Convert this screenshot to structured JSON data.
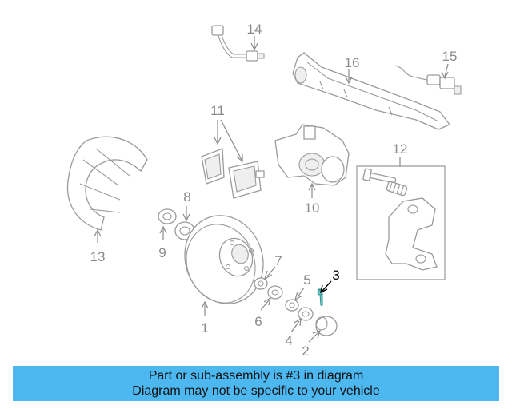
{
  "callouts": [
    {
      "id": "1",
      "label": "1"
    },
    {
      "id": "2",
      "label": "2"
    },
    {
      "id": "3",
      "label": "3"
    },
    {
      "id": "4",
      "label": "4"
    },
    {
      "id": "5",
      "label": "5"
    },
    {
      "id": "6",
      "label": "6"
    },
    {
      "id": "7",
      "label": "7"
    },
    {
      "id": "8",
      "label": "8"
    },
    {
      "id": "9",
      "label": "9"
    },
    {
      "id": "10",
      "label": "10"
    },
    {
      "id": "11",
      "label": "11"
    },
    {
      "id": "12",
      "label": "12"
    },
    {
      "id": "13",
      "label": "13"
    },
    {
      "id": "14",
      "label": "14"
    },
    {
      "id": "15",
      "label": "15"
    },
    {
      "id": "16",
      "label": "16"
    }
  ],
  "highlighted_part": "3",
  "colors": {
    "banner_bg": "#4db8f0",
    "highlight_part": "#66c7c7",
    "line_gray": "#8a8a8a"
  },
  "banner": {
    "line1": "Part or sub-assembly is #3 in diagram",
    "line2": "Diagram may not be specific to your vehicle"
  }
}
